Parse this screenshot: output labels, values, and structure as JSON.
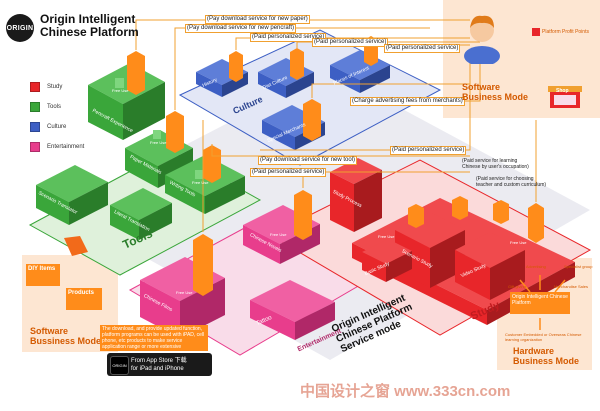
{
  "header": {
    "logo_text": "ORIGIN",
    "title_line1": "Origin Intelligent",
    "title_line2": "Chinese Platform"
  },
  "legend": [
    {
      "label": "Study",
      "color": "#e8262a"
    },
    {
      "label": "Tools",
      "color": "#3aa63a"
    },
    {
      "label": "Culture",
      "color": "#3d5fc4"
    },
    {
      "label": "Entertainment",
      "color": "#e83d8c"
    }
  ],
  "sections": {
    "tools": "Tools",
    "culture": "Culture",
    "entertainment": "Entertainment",
    "study": "Study"
  },
  "blocks": {
    "pencraft": "Pencraft Experience",
    "paper_materials": "Paper Materials",
    "writing_tools": "Writing Tools",
    "scenario_translator": "Scenario Translator",
    "literal_translation": "Literal Translation",
    "history": "History",
    "diet_culture": "Diet Culture",
    "places_of_interest": "Places of Interest",
    "special_merchants": "Special Merchants",
    "chinese_novels": "Chinese Novels",
    "chinese_films": "Chinese Films",
    "tattoo": "Tattoo",
    "study_process": "Study Process",
    "basic_study": "Basic Study",
    "scenario_study": "Scenario Study",
    "video_study": "Video Study",
    "free_use": "Free Use"
  },
  "annotations": {
    "pay_new_paper": "(Pay download service for new paper)",
    "pay_new_pencraft": "(Pay download service for new pencraft)",
    "paid_personalized_1": "(Paid personalized service)",
    "paid_personalized_2": "(Paid personalized service)",
    "paid_personalized_3": "(Paid personalized service)",
    "charge_advertising": "(Charge advertising fees from merchants)",
    "paid_personalized_4": "(Paid personalized service)",
    "pay_new_tool": "(Pay download service for new tool)",
    "paid_personalized_5": "(Paid personalized service)",
    "paid_learning": "(Paid service for learning Chinese by user's occupation)",
    "paid_choosing": "(Paid service for choosing teacher and custom curriculum)",
    "free_use_label": "Free Use"
  },
  "right_panel": {
    "profit_points": "Platform Profit Points",
    "software_mode_1": "Software",
    "software_mode_2": "Business Mode",
    "shop": "Shop"
  },
  "left_panel": {
    "diy_items": "DIY Items",
    "products": "Products",
    "software_mode_1": "Software",
    "software_mode_2": "Bussiness Mode",
    "note": "The download, and provide updated function, platform programs can be used with iPAD, cell phone, etc products to make service application range or more extensive"
  },
  "hardware_panel": {
    "item1": "Origin Intelligent Chinese Platform",
    "item2": "Customer Embedded or Overseas Chinese learning organization",
    "mode_1": "Hardware",
    "mode_2": "Business Mode",
    "gift": "Gift giving",
    "merch": "Merchandise Sales",
    "specialist": "Specialist group",
    "ad": "Advertising"
  },
  "footer": {
    "bottom_title_1": "Origin Intelligent",
    "bottom_title_2": "Chinese Platform",
    "bottom_title_3": "Service mode",
    "appstore_line1": "From App Store 下载",
    "appstore_line2": "for iPad and iPhone",
    "app_icon_text": "ORIGIN",
    "watermark": "中国设计之窗 www.333cn.com"
  },
  "colors": {
    "green": "#3aa63a",
    "green_dark": "#2a7d2a",
    "blue": "#3d5fc4",
    "blue_dark": "#2b448f",
    "pink": "#e83d8c",
    "pink_dark": "#b02868",
    "red": "#e8262a",
    "red_dark": "#a81b1e",
    "orange": "#ff8c1a",
    "peach": "#fde6d2"
  }
}
